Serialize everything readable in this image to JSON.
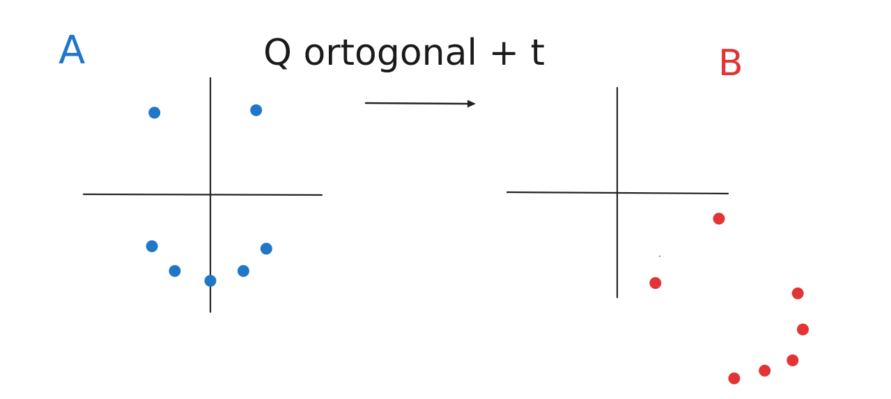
{
  "label_a": "A",
  "label_b": "B",
  "title": "Q ortogonal  + t",
  "colors": {
    "a": "#1f77c9",
    "b": "#e23434",
    "axes": "#222222",
    "text": "#1a1a1a"
  },
  "set_a": [
    {
      "x": -2.2,
      "y": 3.3
    },
    {
      "x": 1.8,
      "y": 3.4
    },
    {
      "x": -2.3,
      "y": -2.1
    },
    {
      "x": -1.4,
      "y": -3.1
    },
    {
      "x": 0.0,
      "y": -3.5
    },
    {
      "x": 1.3,
      "y": -3.1
    },
    {
      "x": 2.2,
      "y": -2.2
    }
  ],
  "set_b": [
    {
      "x": 4.0,
      "y": -1.0
    },
    {
      "x": 1.5,
      "y": -3.5
    },
    {
      "x": 7.1,
      "y": -3.9
    },
    {
      "x": 7.3,
      "y": -5.3
    },
    {
      "x": 6.9,
      "y": -6.5
    },
    {
      "x": 5.8,
      "y": -6.9
    },
    {
      "x": 4.6,
      "y": -7.2
    }
  ]
}
